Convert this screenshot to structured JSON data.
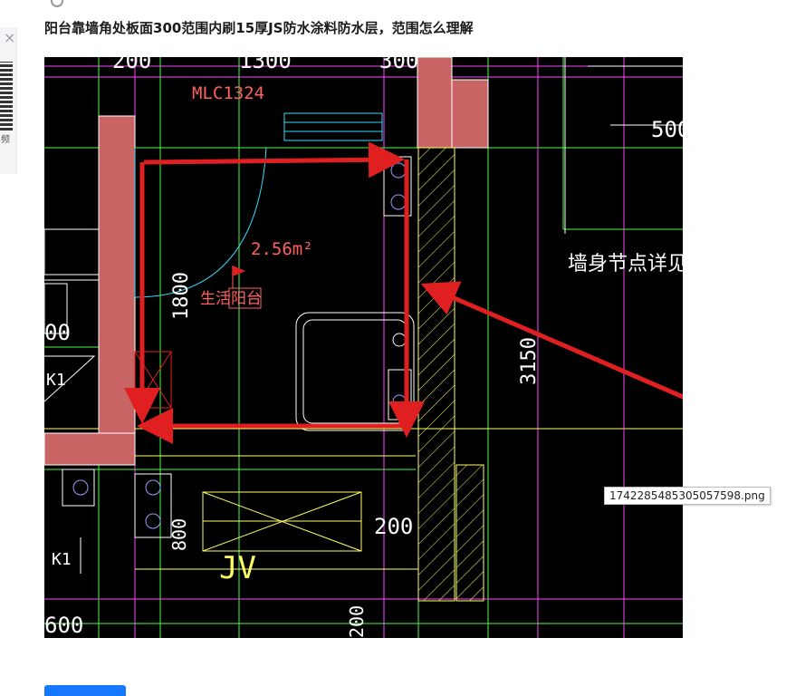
{
  "question": {
    "title": "阳台靠墙角处板面300范围内刷15厚JS防水涂料防水层，范围怎么理解"
  },
  "sidebar": {
    "close_icon": "×",
    "label": "频"
  },
  "drawing": {
    "dim_top_left": "200",
    "dim_top_mid": "1300",
    "dim_top_right": "300",
    "dim_right_top": "500",
    "window_label": "MLC1324",
    "area_label": "2.56m²",
    "room_label_a": "生活",
    "room_label_b": "阳台",
    "dim_left_vertical": "1800",
    "dim_right_vertical": "3150",
    "wall_detail_note": "墙身节点详见",
    "dim_left_edge": "00",
    "label_k1_upper": "K1",
    "label_k1_lower": "K1",
    "dim_bottom_800": "800",
    "dim_bottom_200": "200",
    "label_jv": "JV",
    "dim_bottom_left": "600",
    "dim_bottom_200_vertical": "200",
    "colors": {
      "background": "#000000",
      "wall_fill": "#c86464",
      "annotation_red": "#e02020",
      "line_green": "#44ff44",
      "line_yellow": "#ffff66",
      "line_cyan": "#33ddff",
      "line_magenta": "#ff44ff",
      "text_white": "#ffffff",
      "text_red": "#ff6060"
    }
  },
  "tooltip": {
    "filename": "1742285485305057598.png"
  }
}
